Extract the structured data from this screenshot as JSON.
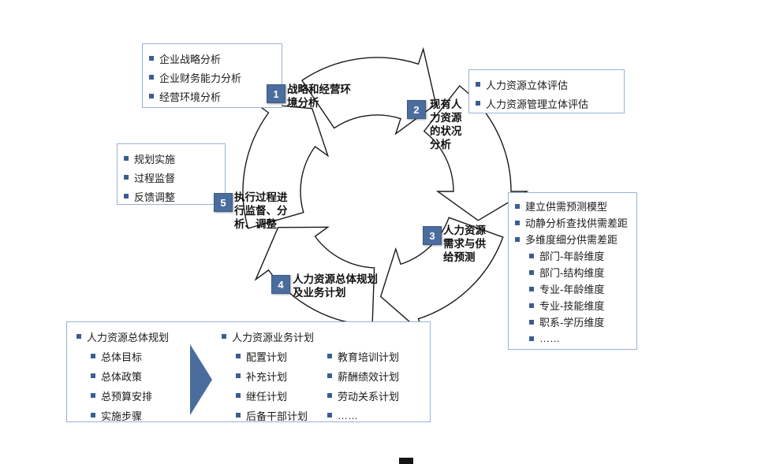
{
  "steps": [
    {
      "num": "1",
      "label_lines": [
        "战略和经营环",
        "境分析"
      ]
    },
    {
      "num": "2",
      "label_lines": [
        "现有人",
        "力资源",
        "的状况",
        "分析"
      ]
    },
    {
      "num": "3",
      "label_lines": [
        "人力资源",
        "需求与供",
        "给预测"
      ]
    },
    {
      "num": "4",
      "label_lines": [
        "人力资源总体规划",
        "及业务计划"
      ]
    },
    {
      "num": "5",
      "label_lines": [
        "执行过程进",
        "行监督、分",
        "析、调整"
      ]
    }
  ],
  "callouts": {
    "strategy": {
      "items": [
        "企业战略分析",
        "企业财务能力分析",
        "经营环境分析"
      ]
    },
    "current_hr": {
      "items": [
        "人力资源立体评估",
        "人力资源管理立体评估"
      ]
    },
    "forecast": {
      "items": [
        "建立供需预测模型",
        "动静分析查找供需差距",
        "多维度细分供需差距"
      ],
      "sub_items": [
        "部门-年龄维度",
        "部门-结构维度",
        "专业-年龄维度",
        "专业-技能维度",
        "职系-学历维度",
        "……"
      ]
    },
    "execution": {
      "items": [
        "规划实施",
        "过程监督",
        "反馈调整"
      ]
    },
    "plan": {
      "left_title": "人力资源总体规划",
      "left_items": [
        "总体目标",
        "总体政策",
        "总预算安排",
        "实施步骤"
      ],
      "right_title": "人力资源业务计划",
      "right_col1": [
        "配置计划",
        "补充计划",
        "继任计划",
        "后备干部计划"
      ],
      "right_col2": [
        "教育培训计划",
        "薪酬绩效计划",
        "劳动关系计划",
        "……"
      ]
    }
  },
  "colors": {
    "accent": "#4a6d9e",
    "box_border": "#95b3d7",
    "bullet": "#3b5e91"
  }
}
